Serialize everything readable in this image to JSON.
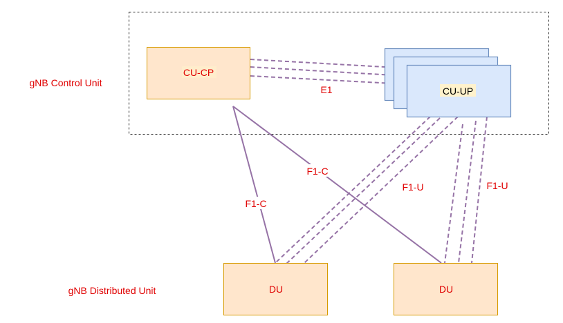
{
  "labels": {
    "control_unit": "gNB Control Unit",
    "distributed_unit": "gNB Distributed Unit"
  },
  "nodes": {
    "cu_cp": "CU-CP",
    "cu_up": "CU-UP",
    "du_left": "DU",
    "du_right": "DU"
  },
  "interfaces": {
    "e1": "E1",
    "f1c_left": "F1-C",
    "f1c_right": "F1-C",
    "f1u_left": "F1-U",
    "f1u_right": "F1-U"
  },
  "colors": {
    "node_fill_orange": "#ffe6cc",
    "node_stroke_orange": "#d79b00",
    "node_fill_blue": "#dae8fc",
    "node_stroke_blue": "#6c8ebf",
    "link": "#9673a6",
    "label_text": "#e00000"
  }
}
